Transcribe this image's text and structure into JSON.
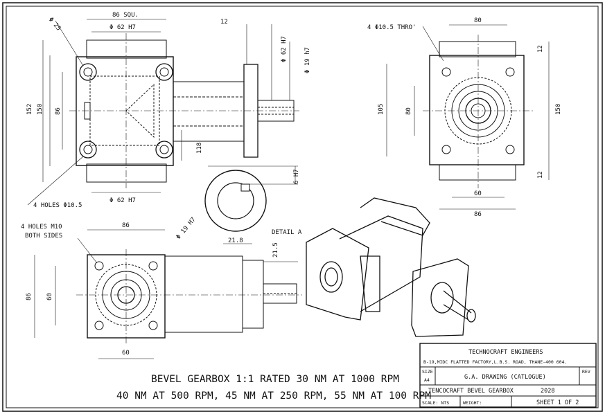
{
  "dimensions": {
    "top_width": "86 SQU.",
    "bore_top": "Φ 62 H7",
    "bore_bottom": "Φ 62 H7",
    "hole_dia": "Φ 25",
    "height_152": "152",
    "height_150": "150",
    "height_86": "86",
    "flange_12": "12",
    "shaft_62": "Φ 62 H7",
    "shaft_19": "Φ 19 h7",
    "shaft_len": "118",
    "holes_top": "4 HOLES Φ10.5",
    "right_holes": "4 Φ10.5 THRO'",
    "right_80_top": "80",
    "right_12a": "12",
    "right_12b": "12",
    "right_105": "105",
    "right_80": "80",
    "right_150": "150",
    "right_60": "60",
    "right_86": "86",
    "detail_bore": "Φ 19 H7",
    "detail_key": "6 H7",
    "detail_218": "21.8",
    "detail_215": "21.5",
    "detail_label": "DETAIL A",
    "holes_front": "4 HOLES M10",
    "holes_front_2": "BOTH SIDES",
    "front_86_top": "86",
    "front_86_left": "86",
    "front_60_left": "60",
    "front_60_bottom": "60"
  },
  "caption": {
    "line1": "BEVEL GEARBOX 1:1 RATED 30 NM AT 1000 RPM",
    "line2": "40 NM AT 500 RPM, 45 NM AT 250 RPM, 55 NM AT 100 RPM"
  },
  "title_block": {
    "company": "TECHNOCRAFT ENGINEERS",
    "address": "B-19,MIDC FLATTED FACTORY,L.B.S. ROAD, THANE-400 604.",
    "size_label": "SIZE",
    "size_value": "A4",
    "drawing_title": "G.A. DRAWING (CATLOGUE)",
    "rev_label": "REV",
    "part_name": "TENCOCRAFT BEVEL GEARBOX",
    "part_no": "2028",
    "scale": "SCALE: NTS",
    "weight": "WEIGHT:",
    "sheet": "SHEET 1 OF 2"
  }
}
